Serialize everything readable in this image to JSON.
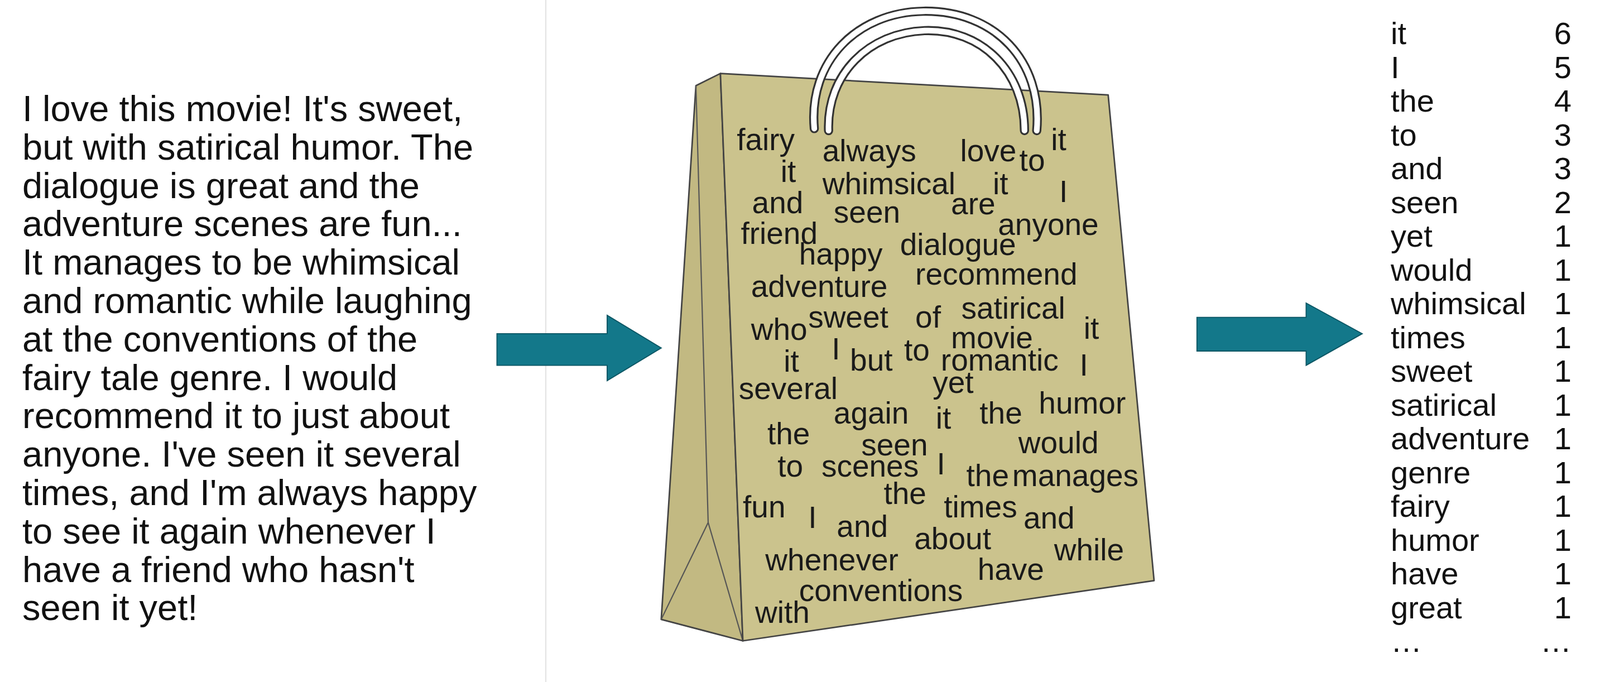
{
  "diagram": {
    "nodes": [
      {
        "text": [
          "fairy",
          "always",
          "love",
          "to",
          "it",
          "it",
          "whimsical",
          "it",
          "I",
          "and",
          "seen",
          "are",
          "anyone",
          "friend",
          "happy",
          "dialogue",
          "adventure",
          "recommend",
          "who",
          "sweet",
          "of",
          "satirical",
          "movie",
          "it",
          "it",
          "I",
          "but",
          "to",
          "romantic",
          "I",
          "several",
          "yet",
          "again",
          "it",
          "the",
          "humor",
          "the",
          "seen",
          "would",
          "to",
          "scenes",
          "I",
          "the",
          "manages",
          "the",
          "times",
          "fun",
          "I",
          "and",
          "and",
          "about",
          "while",
          "whenever",
          "have",
          "conventions",
          "with"
        ]
      }
    ],
    "labels": [
      "I love this movie! It's sweet, but with satirical humor. The dialogue is great and the adventure scenes are fun... It manages to be whimsical and romantic while laughing at the conventions of the fairy tale genre. I would recommend it to just about anyone. I've seen it several times, and I'm always happy to see it again whenever I have a friend who hasn't seen it yet!",
      "it",
      "6",
      "I",
      "5",
      "the",
      "4",
      "to",
      "3",
      "and",
      "3",
      "seen",
      "2",
      "yet",
      "1",
      "would",
      "1",
      "whimsical",
      "1",
      "times",
      "1",
      "sweet",
      "1",
      "satirical",
      "1",
      "adventure",
      "1",
      "genre",
      "1",
      "fairy",
      "1",
      "humor",
      "1",
      "have",
      "1",
      "great",
      "1",
      "…",
      "…"
    ]
  }
}
